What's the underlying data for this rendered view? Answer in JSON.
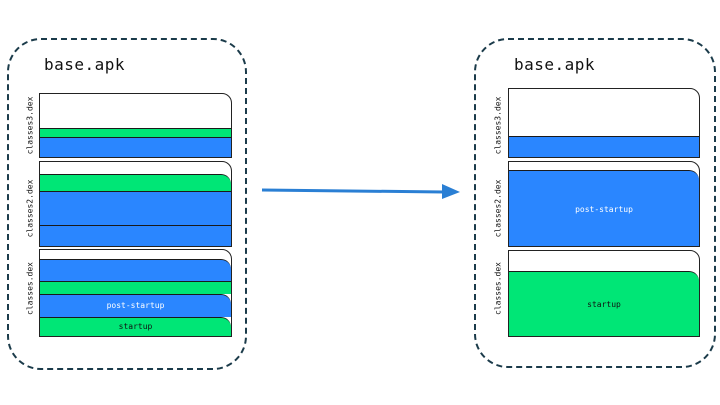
{
  "before": {
    "apk_title": "base.apk",
    "dex3_label": "classes3.dex",
    "dex2_label": "classes2.dex",
    "dex1_label": "classes.dex",
    "post_startup_label": "post-startup",
    "startup_label": "startup"
  },
  "after": {
    "apk_title": "base.apk",
    "dex3_label": "classes3.dex",
    "dex2_label": "classes2.dex",
    "dex1_label": "classes.dex",
    "post_startup_label": "post-startup",
    "startup_label": "startup"
  },
  "colors": {
    "post_startup": "#2a86ff",
    "startup": "#00e676",
    "arrow": "#2a7fd4",
    "border": "#1b3b4a"
  }
}
